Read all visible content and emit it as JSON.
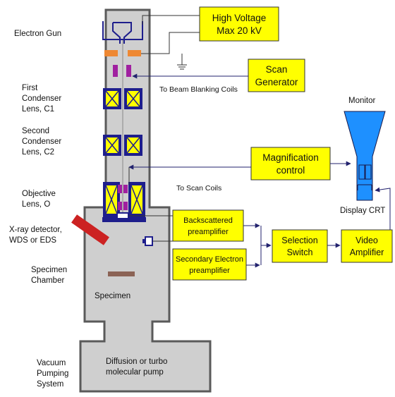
{
  "colors": {
    "column_fill": "#cfcfcf",
    "column_stroke": "#5a5a5a",
    "box_fill": "#ffff00",
    "box_stroke": "#333333",
    "lens_fill": "#ffff00",
    "lens_frame": "#1e1e8c",
    "coil_fill": "#a020a0",
    "gun_plate": "#ee8833",
    "arrow": "#22226e",
    "xray": "#cc2222",
    "specimen": "#8b6355",
    "monitor_fill": "#1e90ff"
  },
  "column_labels": {
    "electron_gun": "Electron Gun",
    "c1": [
      "First",
      "Condenser",
      "Lens, C1"
    ],
    "c2": [
      "Second",
      "Condenser",
      "Lens, C2"
    ],
    "objective": [
      "Objective",
      "Lens, O"
    ],
    "xray": [
      "X-ray detector,",
      "WDS or EDS"
    ],
    "chamber": [
      "Specimen",
      "Chamber"
    ],
    "vacuum": [
      "Vacuum",
      "Pumping",
      "System"
    ]
  },
  "inner_labels": {
    "specimen": "Specimen",
    "pump": [
      "Diffusion or turbo",
      "molecular pump"
    ]
  },
  "boxes": {
    "high_voltage": [
      "High Voltage",
      "Max 20 kV"
    ],
    "scan_generator": [
      "Scan",
      "Generator"
    ],
    "magnification": [
      "Magnification",
      "control"
    ],
    "backscattered": [
      "Backscattered",
      "preamplifier"
    ],
    "secondary": [
      "Secondary Electron",
      "preamplifier"
    ],
    "selection": [
      "Selection",
      "Switch"
    ],
    "video": [
      "Video",
      "Amplifier"
    ]
  },
  "wire_labels": {
    "blanking": "To Beam Blanking Coils",
    "scan_coils": "To Scan Coils"
  },
  "monitor": {
    "title": "Monitor",
    "crt": "Display CRT"
  }
}
